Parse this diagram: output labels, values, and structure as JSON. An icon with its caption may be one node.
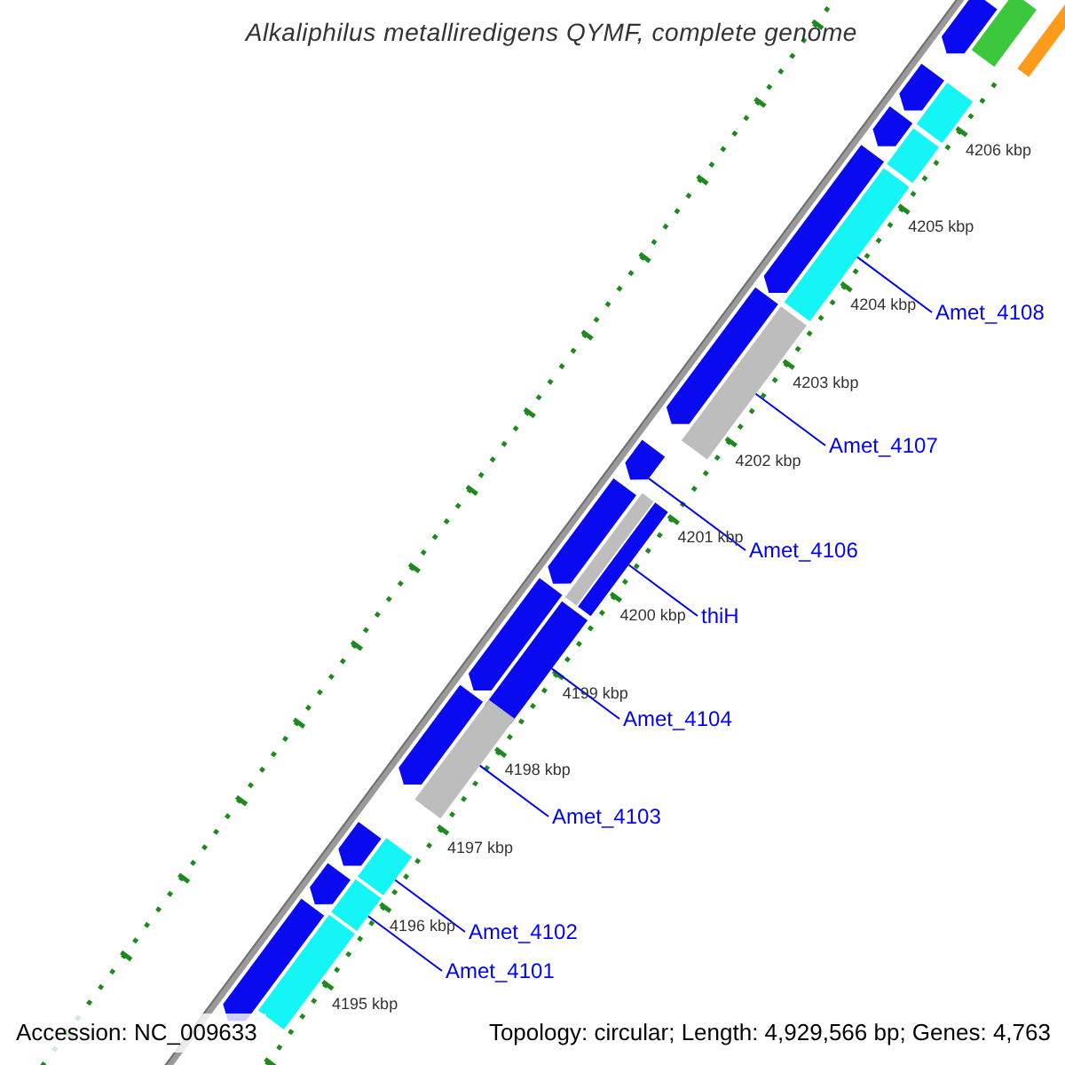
{
  "diagram": {
    "title": "Alkaliphilus metalliredigens QYMF, complete genome",
    "nodes": [
      {
        "text": [
          "Amet_4108"
        ]
      },
      {
        "text": [],
        "shape": "bar"
      },
      {
        "text": [
          "Amet_4107"
        ]
      },
      {
        "text": [],
        "shape": "bar"
      },
      {
        "text": [
          "Amet_4106"
        ]
      },
      {
        "text": [],
        "shape": "arrow"
      },
      {
        "text": [
          "thiH"
        ]
      },
      {
        "text": [],
        "shape": "bar"
      },
      {
        "text": [
          "Amet_4104"
        ]
      },
      {
        "text": [],
        "shape": "bar"
      },
      {
        "text": [
          "Amet_4103"
        ]
      },
      {
        "text": [],
        "shape": "bar"
      },
      {
        "text": [
          "Amet_4102"
        ]
      },
      {
        "text": [],
        "shape": "bar"
      },
      {
        "text": [
          "Amet_4101"
        ]
      },
      {
        "text": [],
        "shape": "bar"
      },
      {
        "text": [],
        "shape": "arrow"
      },
      {
        "text": [],
        "shape": "bar"
      },
      {
        "text": [],
        "shape": "bar"
      },
      {
        "text": [],
        "shape": "arrow"
      },
      {
        "text": [],
        "shape": "bar"
      },
      {
        "text": [],
        "shape": "arrow"
      },
      {
        "text": [],
        "shape": "bar"
      },
      {
        "text": [],
        "shape": "arrow"
      },
      {
        "text": [],
        "shape": "arrow"
      },
      {
        "text": [],
        "shape": "arrow"
      },
      {
        "text": [],
        "shape": "bar"
      },
      {
        "text": [],
        "shape": "arrow"
      },
      {
        "text": [],
        "shape": "arrow"
      },
      {
        "text": [],
        "shape": "arrow"
      },
      {
        "text": [],
        "shape": "arrow"
      },
      {
        "text": [],
        "shape": "arrow"
      },
      {
        "text": [],
        "shape": "bar"
      }
    ],
    "edges": [
      {
        "from": 0,
        "to": 1,
        "arrow": "none"
      },
      {
        "from": 2,
        "to": 3,
        "arrow": "none"
      },
      {
        "from": 4,
        "to": 5,
        "arrow": "none"
      },
      {
        "from": 6,
        "to": 7,
        "arrow": "none"
      },
      {
        "from": 8,
        "to": 9,
        "arrow": "none"
      },
      {
        "from": 10,
        "to": 11,
        "arrow": "none"
      },
      {
        "from": 12,
        "to": 13,
        "arrow": "none"
      },
      {
        "from": 14,
        "to": 15,
        "arrow": "none"
      }
    ],
    "labels": [
      "4206 kbp",
      "4205 kbp",
      "4204 kbp",
      "4203 kbp",
      "4202 kbp",
      "4201 kbp",
      "4200 kbp",
      "4199 kbp",
      "4198 kbp",
      "4197 kbp",
      "4196 kbp",
      "4195 kbp",
      "Accession: NC_009633",
      "Topology: circular; Length: 4,929,566 bp; Genes: 4,763"
    ]
  }
}
